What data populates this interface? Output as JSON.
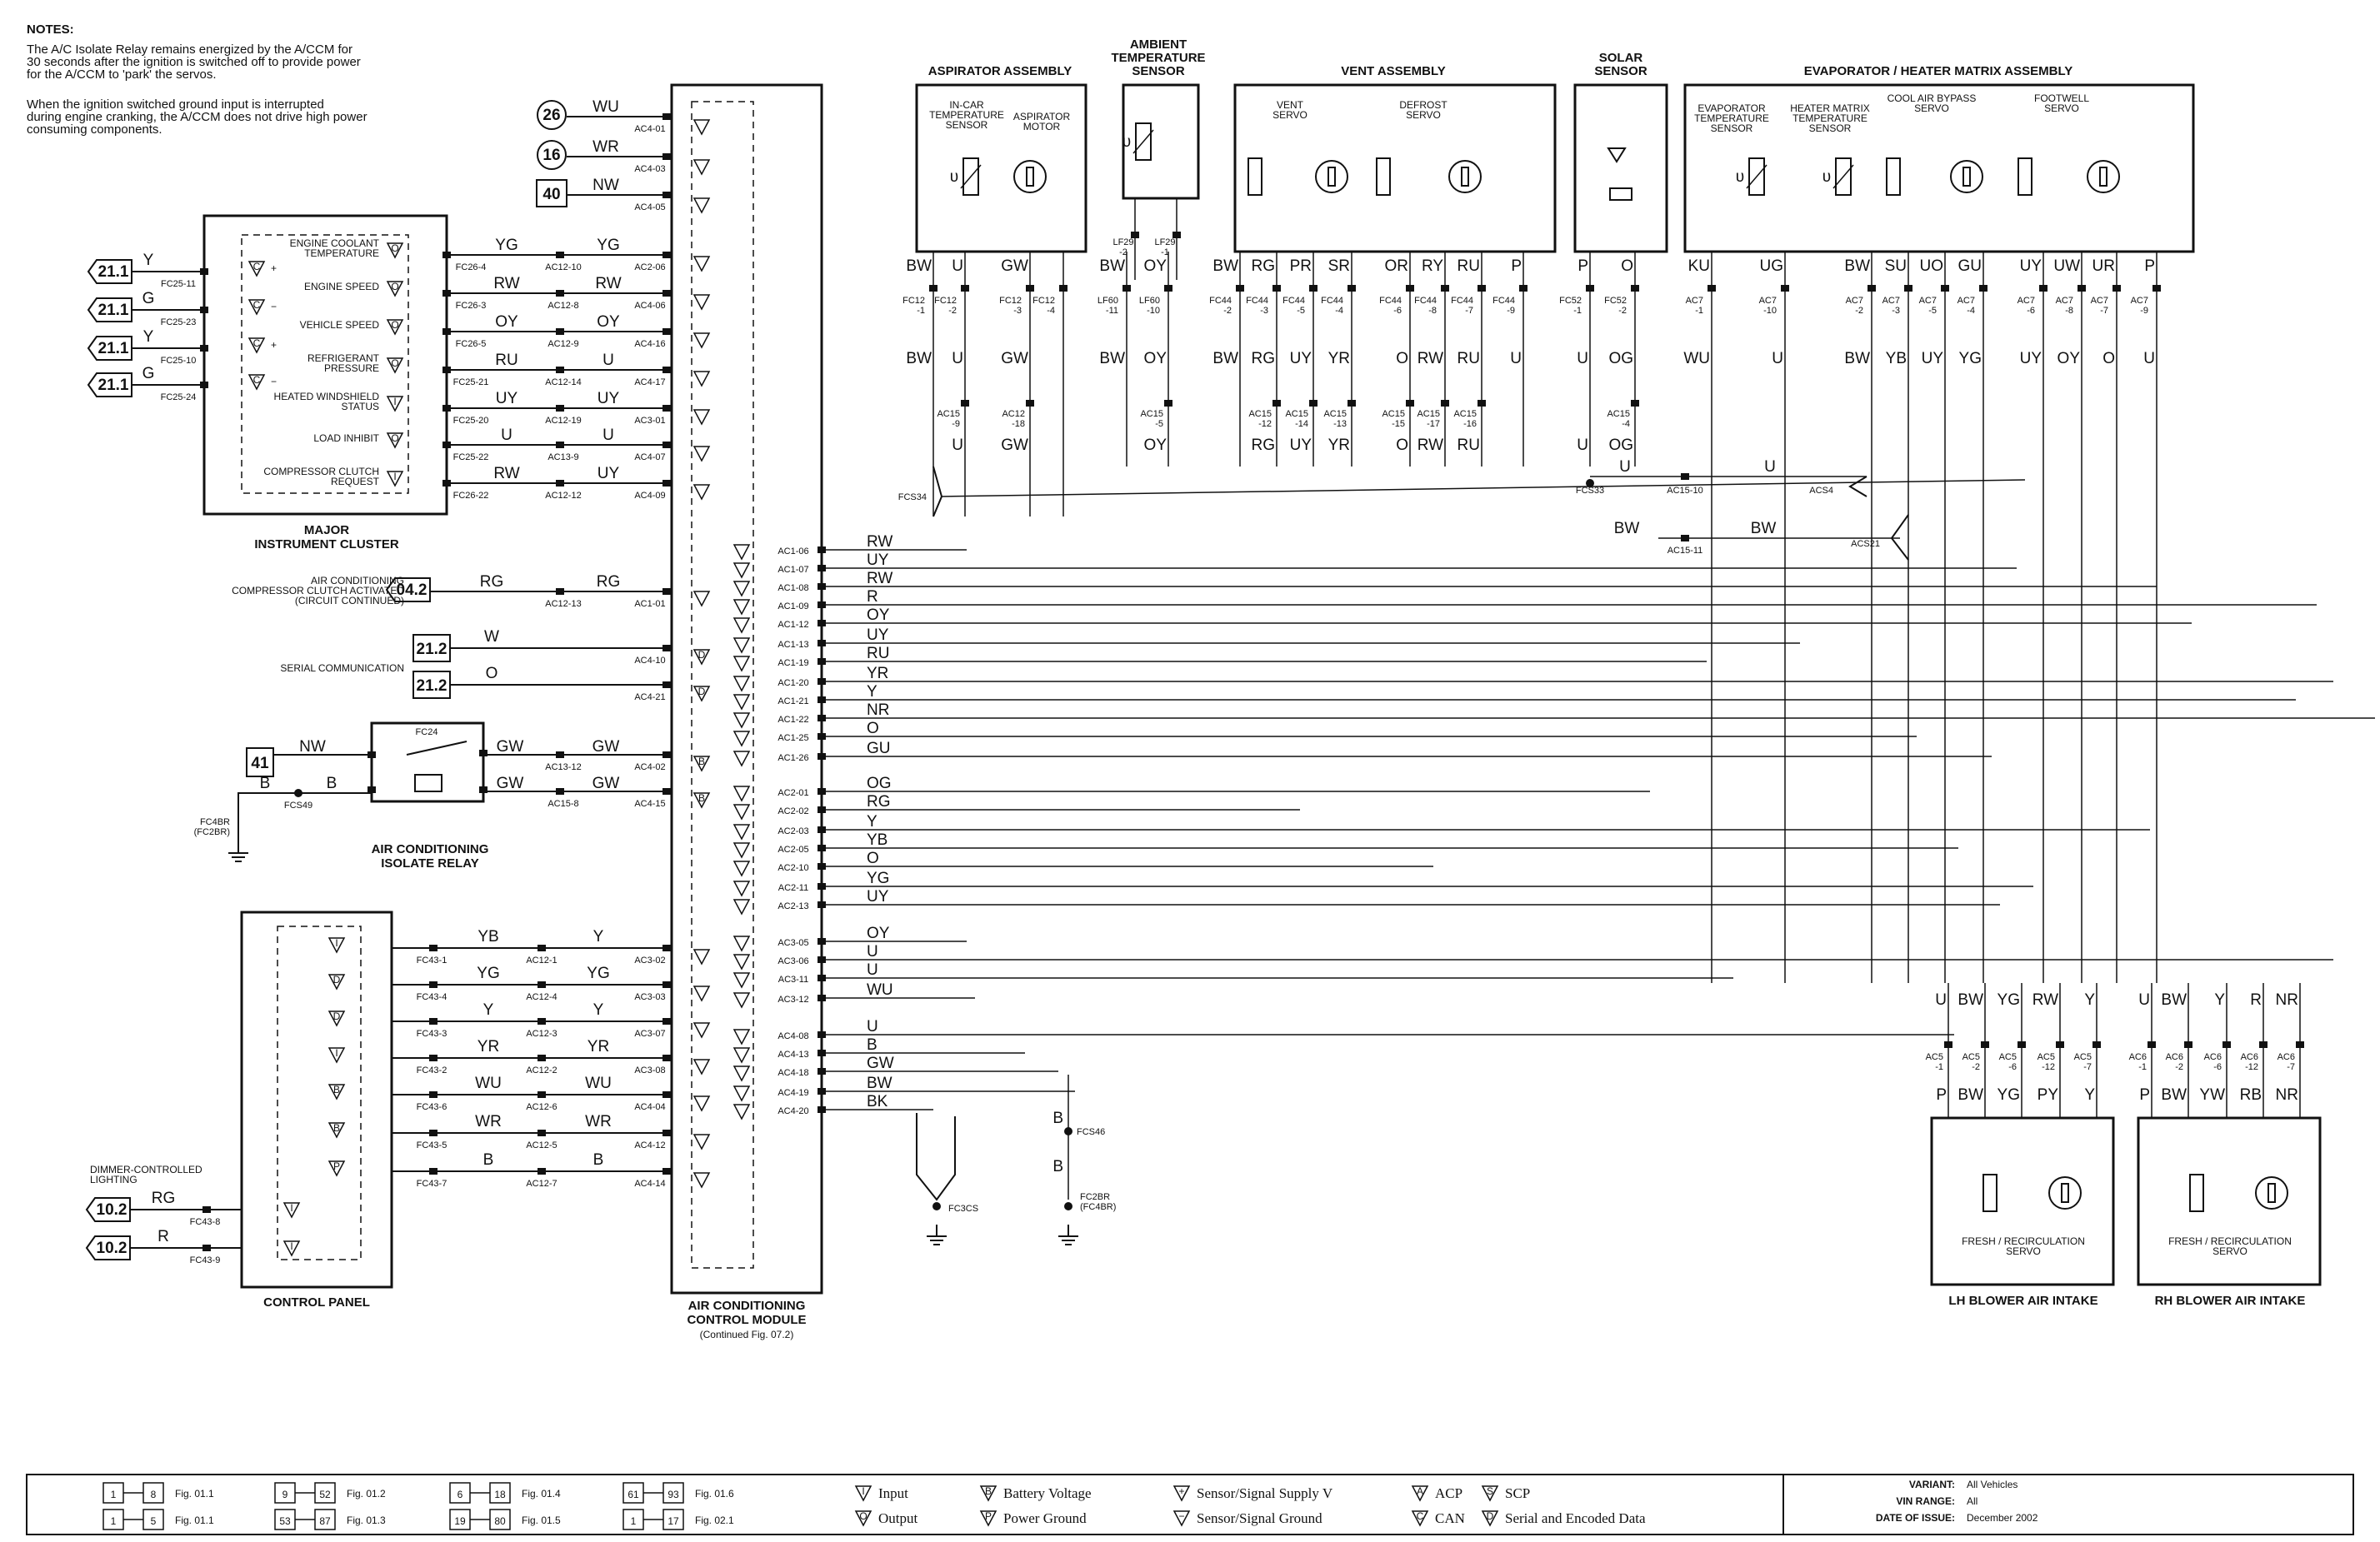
{
  "notes": {
    "heading": "NOTES:",
    "lines": [
      "The A/C Isolate Relay remains energized by the A/CCM for",
      "30 seconds after the ignition is switched off to provide power",
      "for the A/CCM to 'park' the servos.",
      "When the ignition switched ground input is interrupted",
      "during engine cranking, the A/CCM does not drive high power",
      "consuming components."
    ]
  },
  "labels": {
    "instrument_cluster": [
      "MAJOR",
      "INSTRUMENT CLUSTER"
    ],
    "relay": [
      "AIR CONDITIONING",
      "ISOLATE RELAY"
    ],
    "control_panel": "CONTROL PANEL",
    "accm": [
      "AIR CONDITIONING",
      "CONTROL MODULE",
      "(Continued Fig. 07.2)"
    ],
    "aspirator": "ASPIRATOR ASSEMBLY",
    "ambient": [
      "AMBIENT",
      "TEMPERATURE",
      "SENSOR"
    ],
    "vent": "VENT ASSEMBLY",
    "solar": [
      "SOLAR",
      "SENSOR"
    ],
    "evaporator": "EVAPORATOR / HEATER MATRIX ASSEMBLY",
    "lh_blower": "LH BLOWER AIR INTAKE",
    "rh_blower": "RH BLOWER AIR INTAKE",
    "servo_fresh": [
      "FRESH / RECIRCULATION",
      "SERVO"
    ],
    "ac_compressor": [
      "AIR CONDITIONING",
      "COMPRESSOR CLUTCH ACTIVATED",
      "(CIRCUIT CONTINUED)"
    ],
    "serial": "SERIAL COMMUNICATION",
    "dimmer": [
      "DIMMER-CONTROLLED",
      "LIGHTING"
    ],
    "in_car": [
      "IN-CAR",
      "TEMPERATURE",
      "SENSOR"
    ],
    "asp_motor": [
      "ASPIRATOR",
      "MOTOR"
    ],
    "vent_servo": [
      "VENT",
      "SERVO"
    ],
    "defrost_servo": [
      "DEFROST",
      "SERVO"
    ],
    "evap_temp": [
      "EVAPORATOR",
      "TEMPERATURE",
      "SENSOR"
    ],
    "heater_temp": [
      "HEATER MATRIX",
      "TEMPERATURE",
      "SENSOR"
    ],
    "cool_bypass": [
      "COOL AIR BYPASS",
      "SERVO"
    ],
    "footwell": [
      "FOOTWELL",
      "SERVO"
    ]
  },
  "cluster_signals": [
    {
      "name": [
        "ENGINE COOLANT",
        "TEMPERATURE"
      ],
      "fc": "FC26-4",
      "c1": "YG",
      "ac12": "AC12-10",
      "c2": "YG",
      "ac": "AC2-06"
    },
    {
      "name": [
        "ENGINE SPEED"
      ],
      "fc": "FC26-3",
      "c1": "RW",
      "ac12": "AC12-8",
      "c2": "RW",
      "ac": "AC4-06"
    },
    {
      "name": [
        "VEHICLE SPEED"
      ],
      "fc": "FC26-5",
      "c1": "OY",
      "ac12": "AC12-9",
      "c2": "OY",
      "ac": "AC4-16"
    },
    {
      "name": [
        "REFRIGERANT",
        "PRESSURE"
      ],
      "fc": "FC25-21",
      "c1": "RU",
      "ac12": "AC12-14",
      "c2": "U",
      "ac": "AC4-17"
    },
    {
      "name": [
        "HEATED WINDSHIELD",
        "STATUS"
      ],
      "fc": "FC25-20",
      "c1": "UY",
      "ac12": "AC12-19",
      "c2": "UY",
      "ac": "AC3-01"
    },
    {
      "name": [
        "LOAD INHIBIT"
      ],
      "fc": "FC25-22",
      "c1": "U",
      "ac12": "AC13-9",
      "c2": "U",
      "ac": "AC4-07"
    },
    {
      "name": [
        "COMPRESSOR CLUTCH",
        "REQUEST"
      ],
      "fc": "FC26-22",
      "c1": "RW",
      "ac12": "AC12-12",
      "c2": "UY",
      "ac": "AC4-09"
    }
  ],
  "cluster_inputs": [
    {
      "ref": "21.1",
      "color": "Y",
      "pin": "FC25-11"
    },
    {
      "ref": "21.1",
      "color": "G",
      "pin": "FC25-23"
    },
    {
      "ref": "21.1",
      "color": "Y",
      "pin": "FC25-10"
    },
    {
      "ref": "21.1",
      "color": "G",
      "pin": "FC25-24"
    }
  ],
  "top_feeds": [
    {
      "ref": "26",
      "color": "WU",
      "pin": "AC4-01"
    },
    {
      "ref": "16",
      "color": "WR",
      "pin": "AC4-03"
    },
    {
      "ref": "40",
      "color": "NW",
      "pin": "AC4-05"
    }
  ],
  "misc_feeds": [
    {
      "ref": "04.2",
      "color": "RG",
      "mid": "AC12-13",
      "color2": "RG",
      "pin": "AC1-01"
    },
    {
      "ref": "21.2",
      "color": "W",
      "pin": "AC4-10"
    },
    {
      "ref": "21.2",
      "color": "O",
      "pin": "AC4-21"
    }
  ],
  "relay": {
    "ref": "41",
    "nw": "NW",
    "fc24": "FC24",
    "gw1": "GW",
    "gw1pin": "AC13-12",
    "gw1b": "GW",
    "pin1": "AC4-02",
    "gw2": "GW",
    "gw2pin": "AC15-8",
    "gw2b": "GW",
    "pin2": "AC4-15",
    "b": "B",
    "b2": "B",
    "fcs": "FCS49",
    "ground": [
      "FC4BR",
      "(FC2BR)"
    ]
  },
  "panel_signals": [
    {
      "type": "I",
      "fc": "FC43-1",
      "c1": "YB",
      "ac12": "AC12-1",
      "c2": "Y",
      "ac": "AC3-02"
    },
    {
      "type": "D",
      "fc": "FC43-4",
      "c1": "YG",
      "ac12": "AC12-4",
      "c2": "YG",
      "ac": "AC3-03"
    },
    {
      "type": "D",
      "fc": "FC43-3",
      "c1": "Y",
      "ac12": "AC12-3",
      "c2": "Y",
      "ac": "AC3-07"
    },
    {
      "type": "I",
      "fc": "FC43-2",
      "c1": "YR",
      "ac12": "AC12-2",
      "c2": "YR",
      "ac": "AC3-08"
    },
    {
      "type": "B",
      "fc": "FC43-6",
      "c1": "WU",
      "ac12": "AC12-6",
      "c2": "WU",
      "ac": "AC4-04"
    },
    {
      "type": "B",
      "fc": "FC43-5",
      "c1": "WR",
      "ac12": "AC12-5",
      "c2": "WR",
      "ac": "AC4-12"
    },
    {
      "type": "P",
      "fc": "FC43-7",
      "c1": "B",
      "ac12": "AC12-7",
      "c2": "B",
      "ac": "AC4-14"
    }
  ],
  "dimmer_inputs": [
    {
      "ref": "10.2",
      "color": "RG",
      "pin": "FC43-8"
    },
    {
      "ref": "10.2",
      "color": "R",
      "pin": "FC43-9"
    }
  ],
  "right_pins": [
    {
      "pin": "AC1-06",
      "color": "RW"
    },
    {
      "pin": "AC1-07",
      "color": "UY"
    },
    {
      "pin": "AC1-08",
      "color": "RW"
    },
    {
      "pin": "AC1-09",
      "color": "R"
    },
    {
      "pin": "AC1-12",
      "color": "OY"
    },
    {
      "pin": "AC1-13",
      "color": "UY"
    },
    {
      "pin": "AC1-19",
      "color": "RU"
    },
    {
      "pin": "AC1-20",
      "color": "YR"
    },
    {
      "pin": "AC1-21",
      "color": "Y"
    },
    {
      "pin": "AC1-22",
      "color": "NR"
    },
    {
      "pin": "AC1-25",
      "color": "O"
    },
    {
      "pin": "AC1-26",
      "color": "GU"
    },
    {
      "pin": "AC2-01",
      "color": "OG"
    },
    {
      "pin": "AC2-02",
      "color": "RG"
    },
    {
      "pin": "AC2-03",
      "color": "Y"
    },
    {
      "pin": "AC2-05",
      "color": "YB"
    },
    {
      "pin": "AC2-10",
      "color": "O"
    },
    {
      "pin": "AC2-11",
      "color": "YG"
    },
    {
      "pin": "AC2-13",
      "color": "UY"
    },
    {
      "pin": "AC3-05",
      "color": "OY"
    },
    {
      "pin": "AC3-06",
      "color": "U"
    },
    {
      "pin": "AC3-11",
      "color": "U"
    },
    {
      "pin": "AC3-12",
      "color": "WU"
    },
    {
      "pin": "AC4-08",
      "color": "U"
    },
    {
      "pin": "AC4-13",
      "color": "B"
    },
    {
      "pin": "AC4-18",
      "color": "GW"
    },
    {
      "pin": "AC4-19",
      "color": "BW"
    },
    {
      "pin": "AC4-20",
      "color": "BK"
    }
  ],
  "drops": [
    {
      "fc": [
        "FC12",
        "-1"
      ],
      "c1": "BW",
      "ac": [
        "",
        ""
      ],
      "c2": ""
    },
    {
      "fc": [
        "FC12",
        "-2"
      ],
      "c1": "U",
      "ac": [
        "AC15",
        "-9"
      ],
      "c2": "U"
    },
    {
      "fc": [
        "FC12",
        "-3"
      ],
      "c1": "GW",
      "ac": [
        "AC12",
        "-18"
      ],
      "c2": "GW"
    },
    {
      "fc": [
        "FC12",
        "-4"
      ],
      "c1": "",
      "ac": [
        "",
        ""
      ],
      "c2": ""
    },
    {
      "fc": [
        "LF60",
        "-11"
      ],
      "c1": "BW",
      "ac": [
        "",
        ""
      ],
      "c2": ""
    },
    {
      "fc": [
        "LF60",
        "-10"
      ],
      "c1": "OY",
      "ac": [
        "AC15",
        "-5"
      ],
      "c2": "OY"
    },
    {
      "fc": [
        "FC44",
        "-2"
      ],
      "c1": "BW",
      "ac": [
        "",
        ""
      ],
      "c2": ""
    },
    {
      "fc": [
        "FC44",
        "-3"
      ],
      "c1": "RG",
      "ac": [
        "AC15",
        "-12"
      ],
      "c2": "RG"
    },
    {
      "fc": [
        "FC44",
        "-5"
      ],
      "c1": "UY",
      "ac": [
        "AC15",
        "-14"
      ],
      "c2": "UY"
    },
    {
      "fc": [
        "FC44",
        "-4"
      ],
      "c1": "YR",
      "ac": [
        "AC15",
        "-13"
      ],
      "c2": "YR"
    },
    {
      "fc": [
        "FC44",
        "-6"
      ],
      "c1": "O",
      "ac": [
        "AC15",
        "-15"
      ],
      "c2": "O"
    },
    {
      "fc": [
        "FC44",
        "-8"
      ],
      "c1": "RW",
      "ac": [
        "AC15",
        "-17"
      ],
      "c2": "RW"
    },
    {
      "fc": [
        "FC44",
        "-7"
      ],
      "c1": "RU",
      "ac": [
        "AC15",
        "-16"
      ],
      "c2": "RU"
    },
    {
      "fc": [
        "FC44",
        "-9"
      ],
      "c1": "U",
      "ac": [
        "",
        ""
      ],
      "c2": ""
    },
    {
      "fc": [
        "FC52",
        "-1"
      ],
      "c1": "U",
      "ac": [
        "",
        ""
      ],
      "c2": "U"
    },
    {
      "fc": [
        "FC52",
        "-2"
      ],
      "c1": "OG",
      "ac": [
        "AC15",
        "-4"
      ],
      "c2": "OG"
    },
    {
      "fc": [
        "AC7",
        "-1"
      ],
      "c1": "WU",
      "ac": [
        "",
        ""
      ],
      "c2": ""
    },
    {
      "fc": [
        "AC7",
        "-10"
      ],
      "c1": "U",
      "ac": [
        "",
        ""
      ],
      "c2": ""
    },
    {
      "fc": [
        "AC7",
        "-2"
      ],
      "c1": "BW",
      "ac": [
        "",
        ""
      ],
      "c2": ""
    },
    {
      "fc": [
        "AC7",
        "-3"
      ],
      "c1": "YB",
      "ac": [
        "",
        ""
      ],
      "c2": ""
    },
    {
      "fc": [
        "AC7",
        "-5"
      ],
      "c1": "UY",
      "ac": [
        "",
        ""
      ],
      "c2": ""
    },
    {
      "fc": [
        "AC7",
        "-4"
      ],
      "c1": "YG",
      "ac": [
        "",
        ""
      ],
      "c2": ""
    },
    {
      "fc": [
        "AC7",
        "-6"
      ],
      "c1": "UY",
      "ac": [
        "",
        ""
      ],
      "c2": ""
    },
    {
      "fc": [
        "AC7",
        "-8"
      ],
      "c1": "OY",
      "ac": [
        "",
        ""
      ],
      "c2": ""
    },
    {
      "fc": [
        "AC7",
        "-7"
      ],
      "c1": "O",
      "ac": [
        "",
        ""
      ],
      "c2": ""
    },
    {
      "fc": [
        "AC7",
        "-9"
      ],
      "c1": "U",
      "ac": [
        "",
        ""
      ],
      "c2": ""
    }
  ],
  "ambient_pins": [
    {
      "fc": [
        "LF29",
        "-2"
      ]
    },
    {
      "fc": [
        "LF29",
        "-1"
      ]
    }
  ],
  "top_colors": [
    "BW",
    "U",
    "GW",
    "",
    "BW",
    "OY",
    "BW",
    "RG",
    "PR",
    "SR",
    "OR",
    "RY",
    "RU",
    "P",
    "P",
    "O",
    "KU",
    "UG",
    "BW",
    "SU",
    "UO",
    "GU",
    "UY",
    "UW",
    "UR",
    "P"
  ],
  "splices": {
    "fcs34": "FCS34",
    "fcs33": "FCS33",
    "ac1510": "AC15-10",
    "ac1511": "AC15-11",
    "acs4": "ACS4",
    "acs21": "ACS21",
    "u_label": "U",
    "u_label2": "U",
    "bw_label": "BW",
    "bw_label2": "BW",
    "fc3cs": "FC3CS",
    "fcs46": "FCS46",
    "b1": "B",
    "b2": "B",
    "fc2br": [
      "FC2BR",
      "(FC4BR)"
    ]
  },
  "blowers": {
    "lh": {
      "top": [
        "U",
        "BW",
        "YG",
        "RW",
        "Y"
      ],
      "pins": [
        [
          "AC5",
          "-1"
        ],
        [
          "AC5",
          "-2"
        ],
        [
          "AC5",
          "-6"
        ],
        [
          "AC5",
          "-12"
        ],
        [
          "AC5",
          "-7"
        ]
      ],
      "bottom": [
        "P",
        "BW",
        "YG",
        "PY",
        "Y"
      ]
    },
    "rh": {
      "top": [
        "U",
        "BW",
        "Y",
        "R",
        "NR"
      ],
      "pins": [
        [
          "AC6",
          "-1"
        ],
        [
          "AC6",
          "-2"
        ],
        [
          "AC6",
          "-6"
        ],
        [
          "AC6",
          "-12"
        ],
        [
          "AC6",
          "-7"
        ]
      ],
      "bottom": [
        "P",
        "BW",
        "YW",
        "RB",
        "NR"
      ]
    }
  },
  "legend": {
    "figs": [
      {
        "a": "1",
        "b": "8",
        "fig": "Fig. 01.1"
      },
      {
        "a": "9",
        "b": "52",
        "fig": "Fig. 01.2"
      },
      {
        "a": "6",
        "b": "18",
        "fig": "Fig. 01.4"
      },
      {
        "a": "61",
        "b": "93",
        "fig": "Fig. 01.6"
      },
      {
        "a": "1",
        "b": "5",
        "fig": "Fig. 01.1"
      },
      {
        "a": "53",
        "b": "87",
        "fig": "Fig. 01.3"
      },
      {
        "a": "19",
        "b": "80",
        "fig": "Fig. 01.5"
      },
      {
        "a": "1",
        "b": "17",
        "fig": "Fig. 02.1"
      }
    ],
    "symbols": [
      {
        "sym": "I",
        "label": "Input"
      },
      {
        "sym": "O",
        "label": "Output"
      },
      {
        "sym": "B",
        "label": "Battery Voltage"
      },
      {
        "sym": "P",
        "label": "Power Ground"
      },
      {
        "sym": "+",
        "label": "Sensor/Signal Supply V"
      },
      {
        "sym": "−",
        "label": "Sensor/Signal Ground"
      },
      {
        "sym": "A",
        "label": "ACP"
      },
      {
        "sym": "C",
        "label": "CAN"
      },
      {
        "sym": "S",
        "label": "SCP"
      },
      {
        "sym": "D",
        "label": "Serial and Encoded Data"
      }
    ],
    "variant_label": "VARIANT:",
    "variant": "All Vehicles",
    "vin_label": "VIN RANGE:",
    "vin": "All",
    "date_label": "DATE OF ISSUE:",
    "date": "December 2002"
  }
}
